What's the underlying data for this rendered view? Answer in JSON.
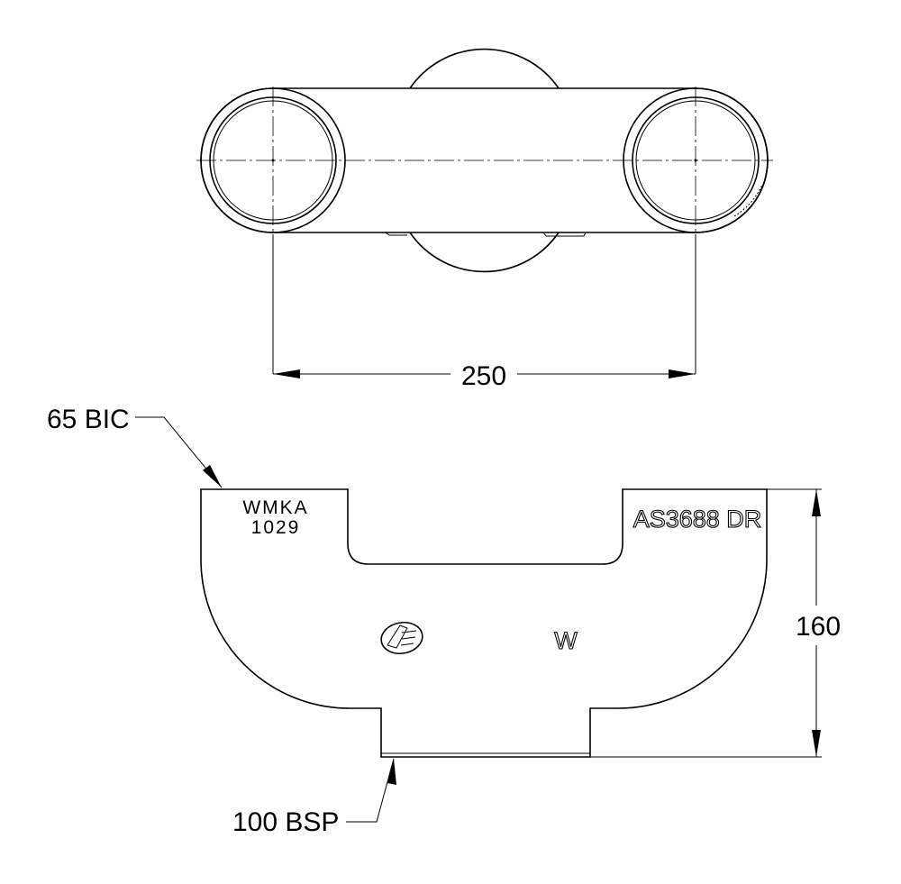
{
  "top_view": {
    "width_dimension": "250"
  },
  "side_view": {
    "height_dimension": "160",
    "inlet_label": "65 BIC",
    "outlet_label": "100 BSP",
    "marking_maker_line1": "WMKA",
    "marking_maker_line2": "1029",
    "marking_standard": "AS3688 DR",
    "watermark_symbol": "W"
  },
  "colors": {
    "ink": "#000000",
    "paper": "#ffffff"
  }
}
